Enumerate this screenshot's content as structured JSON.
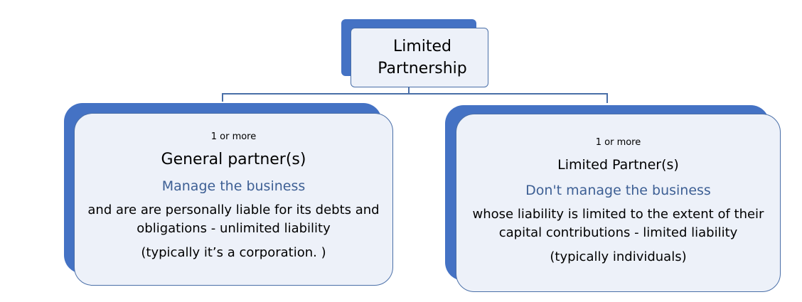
{
  "root": {
    "title": "Limited Partnership"
  },
  "nodes": [
    {
      "quantity": "1 or more",
      "title": "General partner(s)",
      "function": "Manage the business",
      "description": "and are are personally liable for its debts and obligations - unlimited liability",
      "example": "(typically it’s a corporation. )"
    },
    {
      "quantity": "1 or more",
      "title": "Limited Partner(s)",
      "function": "Don't manage the business",
      "description": "whose liability is limited to the extent of their capital contributions - limited liability",
      "example": "(typically individuals)"
    }
  ],
  "colors": {
    "accent": "#4472c4",
    "card_fill": "#edf1f9",
    "border": "#4a6fa8",
    "function_text": "#3d5f94"
  }
}
